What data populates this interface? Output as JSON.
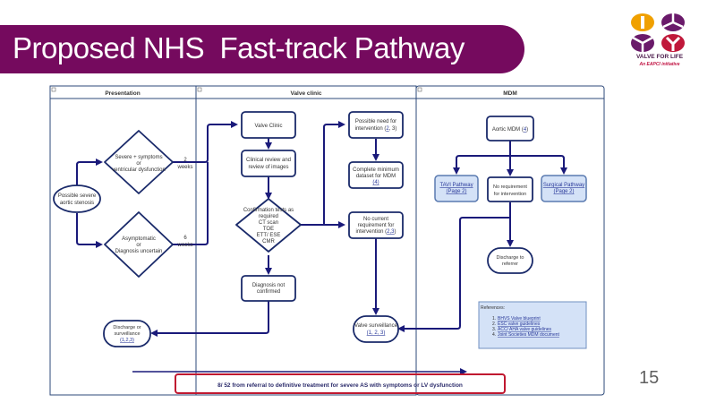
{
  "slide": {
    "title": "Proposed NHS  Fast-track Pathway",
    "page_number": "15",
    "logo": {
      "caption": "VALVE FOR LIFE",
      "subcaption": "An EAPCI initiative"
    }
  },
  "colors": {
    "title_bar": "#750a5e",
    "flow_line": "#1a1a7a",
    "lane_border": "#2e4a7a",
    "highlight_border": "#c01830",
    "link_box_fill": "#d4e2f7"
  },
  "lanes": [
    {
      "id": "presentation",
      "title": "Presentation"
    },
    {
      "id": "valve-clinic",
      "title": "Valve clinic"
    },
    {
      "id": "mdm",
      "title": "MDM"
    }
  ],
  "nodes": {
    "start": {
      "lines": [
        "Possible severe",
        "aortic stenosis"
      ]
    },
    "severe": {
      "lines": [
        "Severe + symptoms",
        "or",
        "ventricular dysfunction"
      ]
    },
    "asymptomatic": {
      "lines": [
        "Asymptomatic",
        "or",
        "Diagnosis uncertain"
      ]
    },
    "discharge_or_surveillance": {
      "lines": [
        "Discharge or",
        "surveillance"
      ],
      "link": "(1,2,3)"
    },
    "valve_clinic": {
      "lines": [
        "Valve Clinic"
      ]
    },
    "clinical_review": {
      "lines": [
        "Clinical review and",
        "review of images"
      ]
    },
    "confirmation": {
      "lines": [
        "Confirmation tests as",
        "required",
        "CT scan",
        "TOE",
        "ETT/ ESE",
        "CMR"
      ]
    },
    "diagnosis_not_confirmed": {
      "lines": [
        "Diagnosis not",
        "confirmed"
      ]
    },
    "possible_need": {
      "lines": [
        "Possible need for"
      ],
      "last_line_prefix": "intervention (",
      "link": "2",
      "last_line_suffix": ", 3)"
    },
    "complete_dataset": {
      "lines": [
        "Complete minimum",
        "dataset for MDM"
      ],
      "link": "(4)"
    },
    "no_current": {
      "lines": [
        "No current",
        "requirement for"
      ],
      "last_line_prefix": "intervention (",
      "link": "2,3",
      "last_line_suffix": ")"
    },
    "valve_surveillance": {
      "lines": [
        "Valve surveillance"
      ],
      "link": "(1, 2, 3)"
    },
    "aortic_mdm": {
      "prefix": "Aortic MDM (",
      "link": "4",
      "suffix": ")"
    },
    "tavi": {
      "link_lines": [
        "TAVI Pathway",
        "(Page 2)"
      ]
    },
    "no_requirement": {
      "lines": [
        "No requirement",
        "for intervention"
      ]
    },
    "surgical": {
      "link_lines": [
        "Surgical Pathway",
        "(Page 2)"
      ]
    },
    "discharge_referrer": {
      "lines": [
        "Discharge to",
        "referrer"
      ]
    }
  },
  "edge_labels": {
    "two_weeks": [
      "2",
      "weeks"
    ],
    "six_weeks": [
      "6",
      "weeks"
    ]
  },
  "references": {
    "title": "References:",
    "items": [
      {
        "num": "1.",
        "label": "BHVS Valve blueprint"
      },
      {
        "num": "2.",
        "label": "ESC valve guidelines"
      },
      {
        "num": "3.",
        "label": "ACC/ AHA valve guidelines"
      },
      {
        "num": "4.",
        "label": "Joint Societies MDM document"
      }
    ]
  },
  "timeline": {
    "label": "8/ 52 from referral to definitive treatment for severe AS with symptoms or LV dysfunction"
  }
}
